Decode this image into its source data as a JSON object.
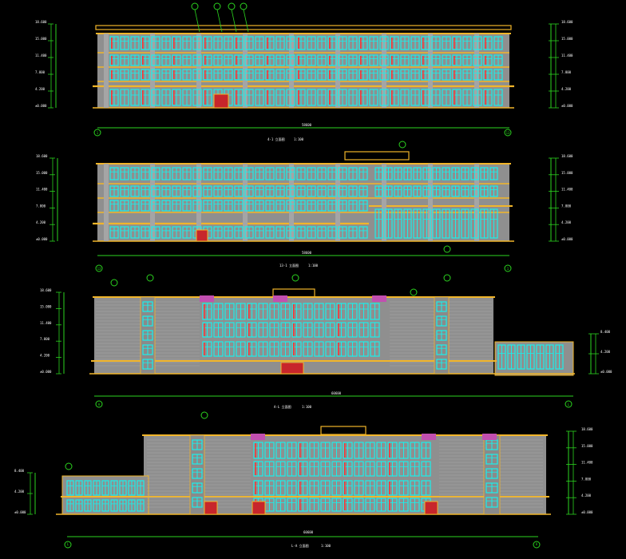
{
  "palette": {
    "background": "#000000",
    "wall": "#8f8f8f",
    "band": "#f1b52a",
    "window": "#19f0ec",
    "window_red": "#ff3131",
    "line_green": "#2bd31f",
    "axis": "#e2e2e2",
    "text_white": "#ffffff",
    "door": "#c7262b",
    "magenta": "#c24fb0"
  },
  "elevations": [
    {
      "id": "e1",
      "title": "4-1 立面图",
      "scale_note": "1:100",
      "axis_left": "1",
      "axis_right": "13",
      "overall_dim": "58600",
      "height_labels": [
        "18.600",
        "15.000",
        "11.400",
        "7.800",
        "4.200",
        "±0.000"
      ],
      "right_labels": [
        "18.600",
        "15.000",
        "11.400",
        "7.800",
        "4.200",
        "±0.000"
      ]
    },
    {
      "id": "e2",
      "title": "13-1 立面图",
      "scale_note": "1:100",
      "axis_left": "13",
      "axis_right": "1",
      "overall_dim": "58600",
      "height_labels": [
        "18.600",
        "15.000",
        "11.400",
        "7.800",
        "4.200",
        "±0.000"
      ],
      "right_labels": [
        "18.600",
        "15.000",
        "11.400",
        "7.800",
        "4.200",
        "±0.000"
      ]
    },
    {
      "id": "e3",
      "title": "A-L 立面图",
      "scale_note": "1:100",
      "axis_left": "A",
      "axis_right": "L",
      "overall_dim": "60600",
      "height_labels": [
        "18.600",
        "15.000",
        "11.400",
        "7.800",
        "4.200",
        "±0.000"
      ],
      "right_labels": [
        "8.400",
        "4.200",
        "±0.000"
      ]
    },
    {
      "id": "e4",
      "title": "L-A 立面图",
      "scale_note": "1:100",
      "axis_left": "L",
      "axis_right": "A",
      "overall_dim": "60600",
      "height_labels": [
        "8.400",
        "4.200",
        "±0.000"
      ],
      "right_labels": [
        "18.600",
        "15.000",
        "11.400",
        "7.800",
        "4.200",
        "±0.000"
      ]
    }
  ]
}
